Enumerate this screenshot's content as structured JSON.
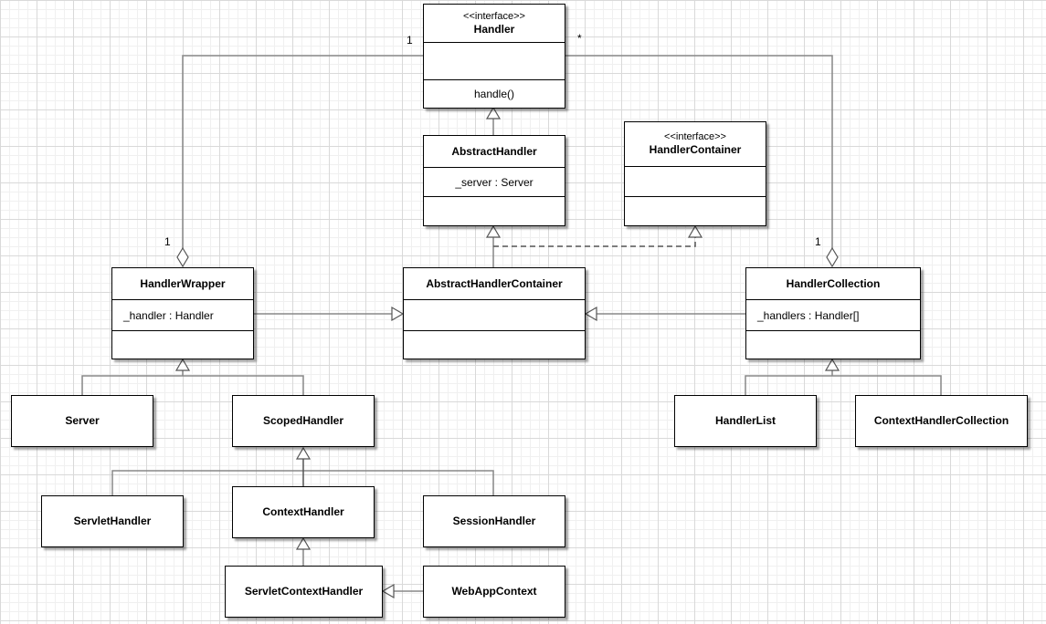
{
  "diagram": {
    "classes": {
      "handler": {
        "stereotype": "<<interface>>",
        "name": "Handler",
        "operation": "handle()"
      },
      "abstract_handler": {
        "name": "AbstractHandler",
        "attribute": "_server : Server"
      },
      "handler_container": {
        "stereotype": "<<interface>>",
        "name": "HandlerContainer"
      },
      "handler_wrapper": {
        "name": "HandlerWrapper",
        "attribute": "_handler : Handler"
      },
      "abstract_handler_container": {
        "name": "AbstractHandlerContainer"
      },
      "handler_collection": {
        "name": "HandlerCollection",
        "attribute": "_handlers : Handler[]"
      },
      "server": {
        "name": "Server"
      },
      "scoped_handler": {
        "name": "ScopedHandler"
      },
      "handler_list": {
        "name": "HandlerList"
      },
      "context_handler_collection": {
        "name": "ContextHandlerCollection"
      },
      "servlet_handler": {
        "name": "ServletHandler"
      },
      "context_handler": {
        "name": "ContextHandler"
      },
      "session_handler": {
        "name": "SessionHandler"
      },
      "servlet_context_handler": {
        "name": "ServletContextHandler"
      },
      "webapp_context": {
        "name": "WebAppContext"
      }
    },
    "multiplicities": {
      "wrapper_handler_end": "1",
      "collection_handler_end": "*",
      "wrapper_end": "1",
      "collection_end": "1"
    }
  }
}
